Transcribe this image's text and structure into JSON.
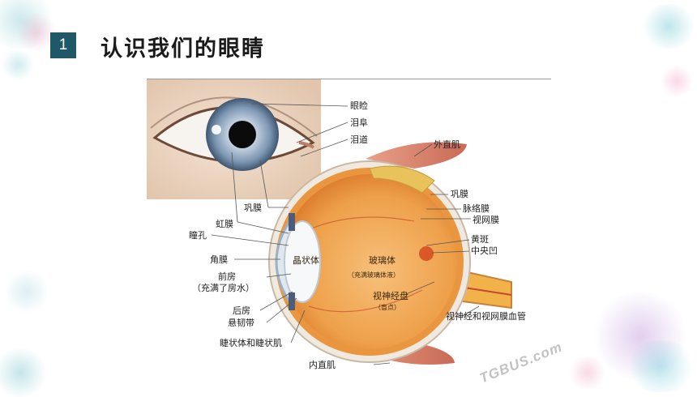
{
  "slide": {
    "number": "1",
    "title": "认识我们的眼睛"
  },
  "labels": {
    "eyelid": "眼睑",
    "lacrimal_caruncle": "泪阜",
    "lacrimal_duct": "泪道",
    "lateral_rectus": "外直肌",
    "sclera_left": "巩膜",
    "iris": "虹膜",
    "pupil": "瞳孔",
    "cornea": "角膜",
    "anterior_chamber": "前房",
    "anterior_chamber_note": "（充满了房水）",
    "posterior_chamber": "后房",
    "zonule": "悬韧带",
    "ciliary": "睫状体和睫状肌",
    "lens": "晶状体",
    "vitreous": "玻璃体",
    "vitreous_note": "（充满玻璃体液）",
    "optic_disc": "视神经盘",
    "optic_disc_note": "（盲点）",
    "sclera_right": "巩膜",
    "choroid": "脉络膜",
    "retina": "视网膜",
    "macula": "黄斑",
    "fovea": "中央凹",
    "optic_nerve": "视神经和视网膜血管",
    "medial_rectus": "内直肌"
  },
  "watermark": "TGBUS.com",
  "colors": {
    "badge": "#1f5968",
    "sclera_outer": "#f0ede6",
    "retina": "#f0a23a",
    "iris": "#7d97b3"
  }
}
